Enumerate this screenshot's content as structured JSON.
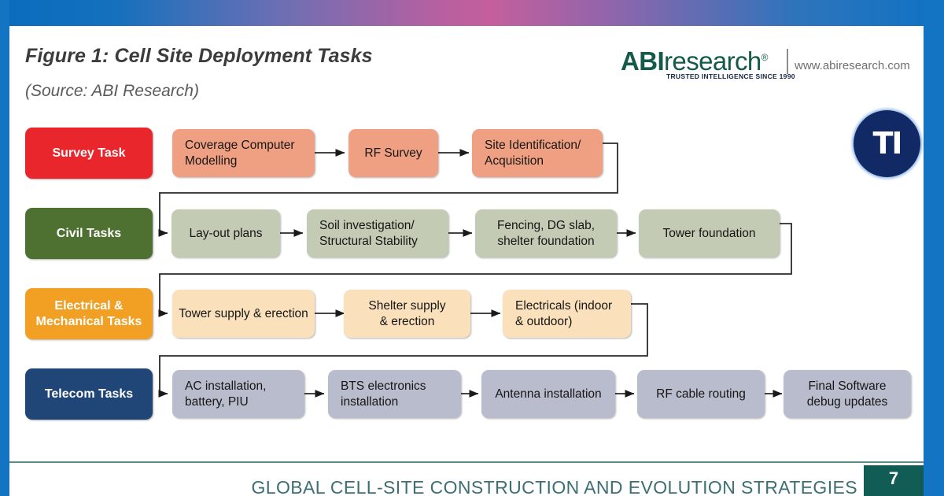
{
  "figure": {
    "title": "Figure 1: Cell Site Deployment Tasks",
    "source": "(Source: ABI Research)"
  },
  "brand": {
    "logo_bold": "ABI",
    "logo_light": "research",
    "logo_reg": "®",
    "tagline": "TRUSTED INTELLIGENCE SINCE 1990",
    "divider": "|",
    "url": "www.abiresearch.com",
    "badge_text": "TI"
  },
  "colors": {
    "survey_label": "#E8262C",
    "survey_node": "#F0A082",
    "civil_label": "#4E7031",
    "civil_node": "#C3CBB4",
    "electrical_label": "#F2A024",
    "electrical_node": "#FAE0BB",
    "telecom_label": "#1F4676",
    "telecom_node": "#B9BCCD",
    "accent_blue": "#1274C3",
    "footer_teal": "#115C55",
    "rule_teal": "#5D8A8A"
  },
  "chart_data": {
    "type": "diagram",
    "title": "Figure 1: Cell Site Deployment Tasks",
    "rows": [
      {
        "label": "Survey Task",
        "nodes": [
          "Coverage Computer Modelling",
          "RF Survey",
          "Site Identification/ Acquisition"
        ]
      },
      {
        "label": "Civil Tasks",
        "nodes": [
          "Lay-out plans",
          "Soil investigation/ Structural Stability",
          "Fencing, DG slab, shelter foundation",
          "Tower foundation"
        ]
      },
      {
        "label": "Electrical & Mechanical Tasks",
        "nodes": [
          "Tower supply & erection",
          "Shelter supply & erection",
          "Electricals (indoor & outdoor)"
        ]
      },
      {
        "label": "Telecom Tasks",
        "nodes": [
          "AC installation, battery, PIU",
          "BTS electronics installation",
          "Antenna installation",
          "RF cable routing",
          "Final Software debug updates"
        ]
      }
    ]
  },
  "rows": {
    "survey": {
      "label": "Survey Task",
      "n1_l1": "Coverage Computer",
      "n1_l2": "Modelling",
      "n2": "RF Survey",
      "n3_l1": "Site Identification/",
      "n3_l2": "Acquisition"
    },
    "civil": {
      "label": "Civil Tasks",
      "n1": "Lay-out plans",
      "n2_l1": "Soil investigation/",
      "n2_l2": "Structural Stability",
      "n3_l1": "Fencing, DG slab,",
      "n3_l2": "shelter foundation",
      "n4": "Tower foundation"
    },
    "electrical": {
      "label_l1": "Electrical &",
      "label_l2": "Mechanical Tasks",
      "n1": "Tower supply & erection",
      "n2_l1": "Shelter supply",
      "n2_l2": "& erection",
      "n3_l1": "Electricals (indoor",
      "n3_l2": "& outdoor)"
    },
    "telecom": {
      "label": "Telecom Tasks",
      "n1_l1": "AC installation,",
      "n1_l2": "battery, PIU",
      "n2_l1": "BTS electronics",
      "n2_l2": "installation",
      "n3": "Antenna installation",
      "n4": "RF cable routing",
      "n5_l1": "Final Software",
      "n5_l2": "debug updates"
    }
  },
  "footer": {
    "title": "GLOBAL CELL-SITE CONSTRUCTION AND EVOLUTION STRATEGIES",
    "page_number": "7"
  }
}
